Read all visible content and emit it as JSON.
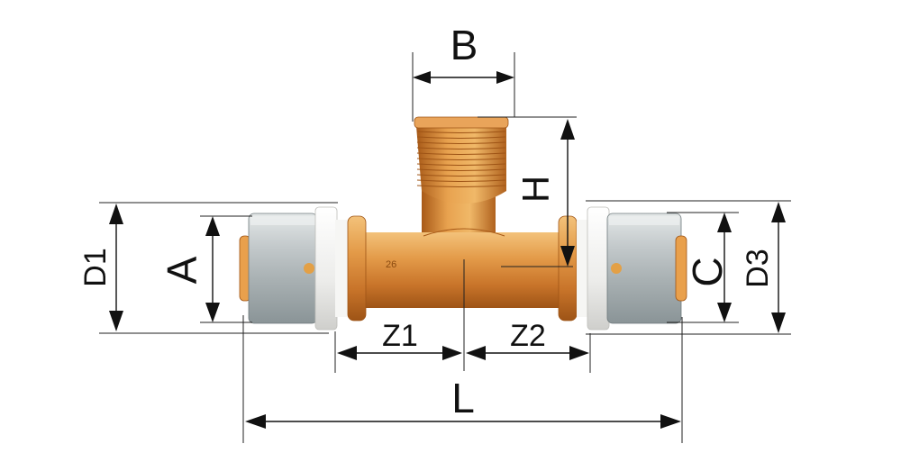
{
  "diagram": {
    "labels": {
      "B": "B",
      "H": "H",
      "D1": "D1",
      "A": "A",
      "C": "C",
      "D3": "D3",
      "Z1": "Z1",
      "Z2": "Z2",
      "L": "L"
    },
    "fitting_marking": "26",
    "colors": {
      "brass": "#d7893a",
      "brass_dark": "#a85a18",
      "brass_light": "#f2c27a",
      "steel": "#b9c0c2",
      "steel_dark": "#7f8a8e",
      "ring": "#f4f4f2",
      "lines": "#111111"
    }
  }
}
